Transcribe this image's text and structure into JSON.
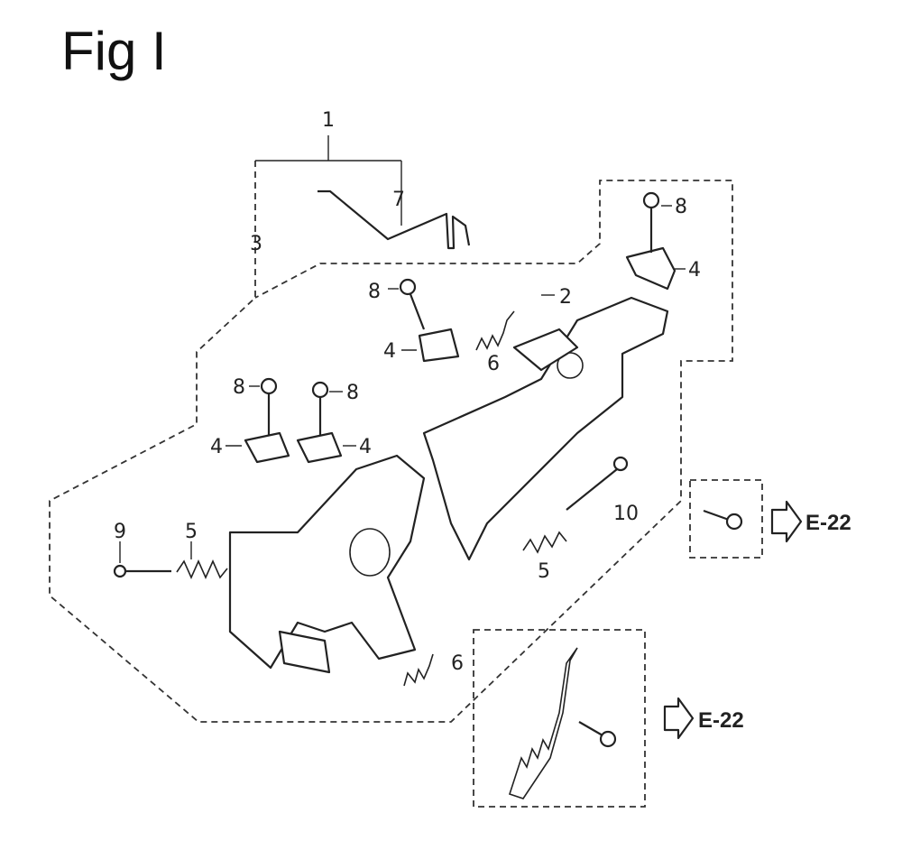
{
  "figure": {
    "title": "Fig I"
  },
  "callouts": [
    {
      "id": "c1",
      "text": "1"
    },
    {
      "id": "c3",
      "text": "3"
    },
    {
      "id": "c7",
      "text": "7"
    },
    {
      "id": "c8a",
      "text": "8"
    },
    {
      "id": "c4a",
      "text": "4"
    },
    {
      "id": "c8b",
      "text": "8"
    },
    {
      "id": "c2",
      "text": "2"
    },
    {
      "id": "c4b",
      "text": "4"
    },
    {
      "id": "c6a",
      "text": "6"
    },
    {
      "id": "c8c",
      "text": "8"
    },
    {
      "id": "c8d",
      "text": "8"
    },
    {
      "id": "c4c",
      "text": "4"
    },
    {
      "id": "c4d",
      "text": "4"
    },
    {
      "id": "c9",
      "text": "9"
    },
    {
      "id": "c5a",
      "text": "5"
    },
    {
      "id": "c10",
      "text": "10"
    },
    {
      "id": "c5b",
      "text": "5"
    },
    {
      "id": "c6b",
      "text": "6"
    }
  ],
  "references": [
    {
      "id": "ref1",
      "text": "E-22"
    },
    {
      "id": "ref2",
      "text": "E-22"
    }
  ]
}
